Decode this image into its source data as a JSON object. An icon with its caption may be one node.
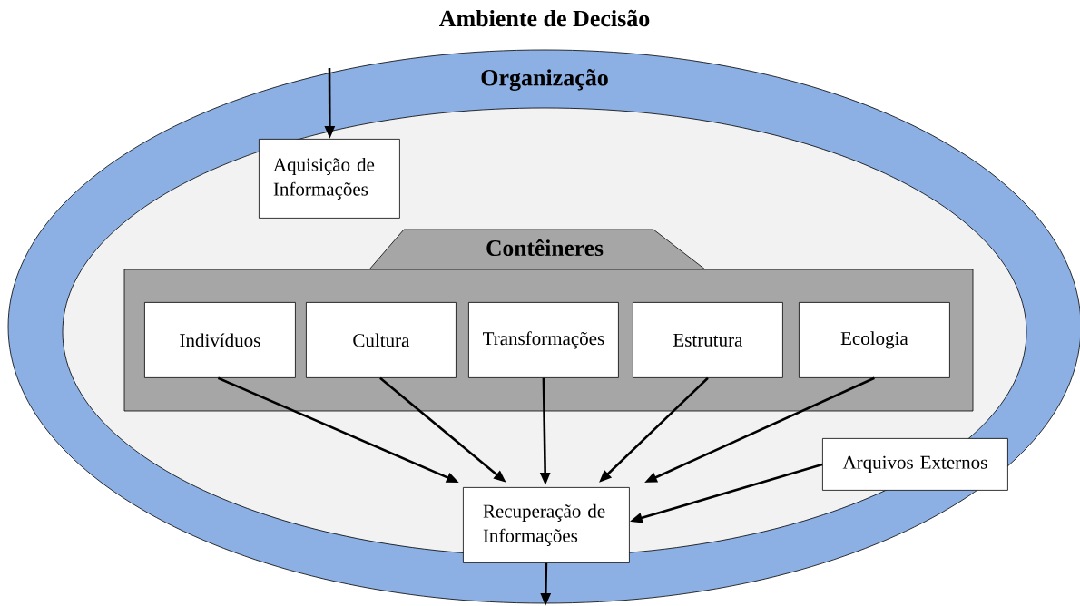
{
  "diagram": {
    "title": "Ambiente de Decisão",
    "nodes": [
      {
        "text": [
          "Organização"
        ]
      },
      {
        "text": [],
        "shape": "ellipse",
        "in": 0
      },
      {
        "text": [
          "Aquisição de Informações"
        ],
        "in": 1
      },
      {
        "text": [
          "Contêineres"
        ],
        "in": 1
      },
      {
        "text": [
          "Indivíduos"
        ],
        "in": 3
      },
      {
        "text": [
          "Cultura"
        ],
        "in": 3
      },
      {
        "text": [
          "Transformações"
        ],
        "in": 3
      },
      {
        "text": [
          "Estrutura"
        ],
        "in": 3
      },
      {
        "text": [
          "Ecologia"
        ],
        "in": 3
      },
      {
        "text": [
          "Arquivos Externos"
        ],
        "in": 1
      },
      {
        "text": [
          "Recuperação de Informações"
        ],
        "in": 0
      }
    ],
    "edges": [
      {
        "from": null,
        "to": 2,
        "arrow": "to"
      },
      {
        "from": 4,
        "to": 10,
        "arrow": "to"
      },
      {
        "from": 5,
        "to": 10,
        "arrow": "to"
      },
      {
        "from": 6,
        "to": 10,
        "arrow": "to"
      },
      {
        "from": 7,
        "to": 10,
        "arrow": "to"
      },
      {
        "from": 8,
        "to": 10,
        "arrow": "to"
      },
      {
        "from": 9,
        "to": 10,
        "arrow": "to"
      },
      {
        "from": 10,
        "to": null,
        "arrow": "to"
      }
    ]
  }
}
